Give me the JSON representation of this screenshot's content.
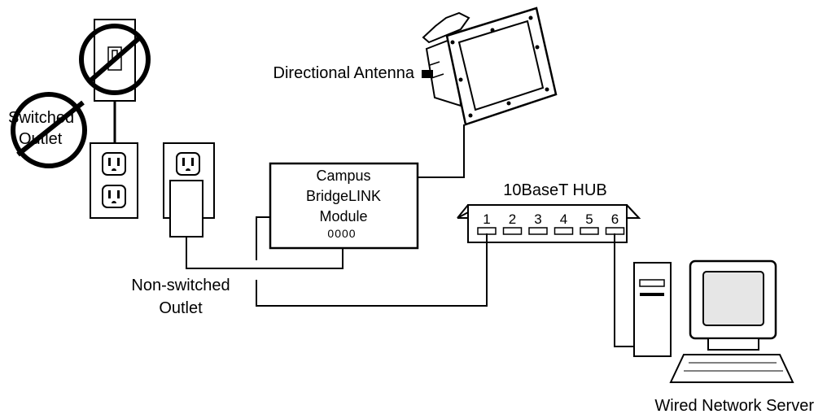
{
  "labels": {
    "switched_outlet_line1": "Switched",
    "switched_outlet_line2": "Outlet",
    "directional_antenna": "Directional Antenna",
    "module_line1": "Campus",
    "module_line2": "BridgeLINK",
    "module_line3": "Module",
    "module_leds": "0000",
    "hub_title": "10BaseT HUB",
    "non_switched_line1": "Non-switched",
    "non_switched_line2": "Outlet",
    "server": "Wired Network Server"
  },
  "hub_ports": [
    "1",
    "2",
    "3",
    "4",
    "5",
    "6"
  ]
}
